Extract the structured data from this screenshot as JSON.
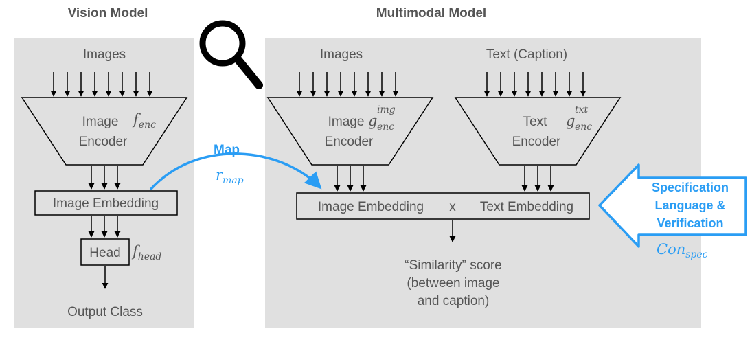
{
  "vision": {
    "title": "Vision Model",
    "input": "Images",
    "encoder_line1": "Image",
    "encoder_line2": "Encoder",
    "encoder_fn": "f",
    "encoder_fn_sub": "enc",
    "embedding": "Image Embedding",
    "head": "Head",
    "head_fn": "f",
    "head_fn_sub": "head",
    "output": "Output Class"
  },
  "multimodal": {
    "title": "Multimodal Model",
    "image_input": "Images",
    "text_input": "Text (Caption)",
    "image_encoder_line1": "Image",
    "image_encoder_line2": "Encoder",
    "image_encoder_fn": "g",
    "image_encoder_fn_sup": "img",
    "image_encoder_fn_sub": "enc",
    "text_encoder_line1": "Text",
    "text_encoder_line2": "Encoder",
    "text_encoder_fn": "g",
    "text_encoder_fn_sup": "txt",
    "text_encoder_fn_sub": "enc",
    "embedding_image": "Image Embedding",
    "embedding_op": "x",
    "embedding_text": "Text Embedding",
    "score_line1": "“Similarity” score",
    "score_line2": "(between image",
    "score_line3": "and caption)"
  },
  "map": {
    "label": "Map",
    "fn": "r",
    "fn_sub": "map"
  },
  "spec": {
    "line1": "Specification",
    "line2": "Language &",
    "line3": "Verification",
    "fn": "Con",
    "fn_sub": "spec"
  },
  "icons": {
    "magnifier": "magnifier-icon"
  },
  "colors": {
    "panel": "#e0e0e0",
    "accent": "#2a9df4",
    "text_gray": "#555555",
    "line": "#000000"
  }
}
